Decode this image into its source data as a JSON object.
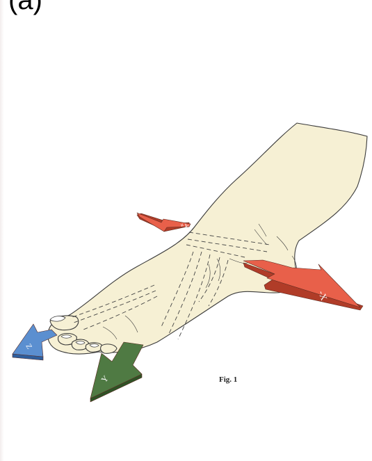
{
  "header": {
    "title": "(a)"
  },
  "figure": {
    "caption": "Fig. 1",
    "axes": [
      {
        "id": "x",
        "label": "+X",
        "color": "#e8604a",
        "side_color": "#b03c28"
      },
      {
        "id": "y",
        "label": "Y",
        "color": "#4f7a43",
        "side_color": "#2f5226"
      },
      {
        "id": "z",
        "label": "Z",
        "color": "#5b8fd0",
        "side_color": "#2f5e9c"
      }
    ],
    "foot": {
      "skin_color": "#f6f0d4",
      "outline_color": "#3a3a3a"
    }
  }
}
